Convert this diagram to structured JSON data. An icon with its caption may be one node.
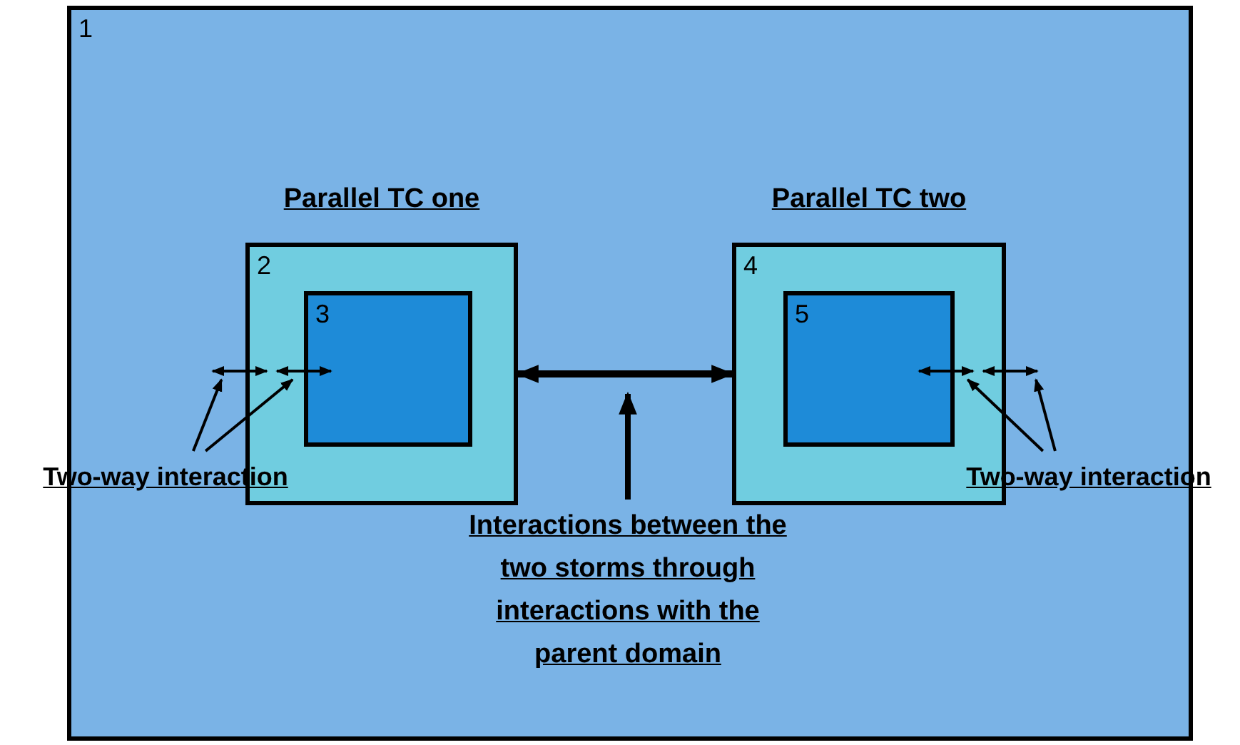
{
  "diagram": {
    "nodes": [
      {
        "text": [
          "1"
        ]
      },
      {
        "text": [
          "Parallel TC one",
          "2"
        ],
        "in": 0
      },
      {
        "text": [
          "3"
        ],
        "in": 1
      },
      {
        "text": [
          "Parallel TC two",
          "4"
        ],
        "in": 0
      },
      {
        "text": [
          "5"
        ],
        "in": 3
      },
      {
        "text": [
          "Two-way interaction"
        ]
      },
      {
        "text": [
          "Two-way interaction"
        ]
      },
      {
        "text": [
          "Interactions between the two storms through interactions with the parent domain"
        ],
        "in": 0
      },
      {
        "text": [],
        "shape": "arrow",
        "in": 0
      },
      {
        "text": [],
        "shape": "arrow",
        "in": 1
      },
      {
        "text": [],
        "shape": "arrow",
        "in": 3
      },
      {
        "text": [],
        "shape": "arrow",
        "in": 0
      }
    ],
    "edges": [
      {
        "from": 1,
        "to": 3,
        "arrow": "both",
        "style": "thick"
      },
      {
        "from": 5,
        "to": 8,
        "arrow": "to"
      },
      {
        "from": 5,
        "to": 9,
        "arrow": "to"
      },
      {
        "from": 6,
        "to": 11,
        "arrow": "to"
      },
      {
        "from": 6,
        "to": 10,
        "arrow": "to"
      },
      {
        "from": 7,
        "to": null,
        "arrow": "to",
        "style": "thick"
      }
    ]
  }
}
